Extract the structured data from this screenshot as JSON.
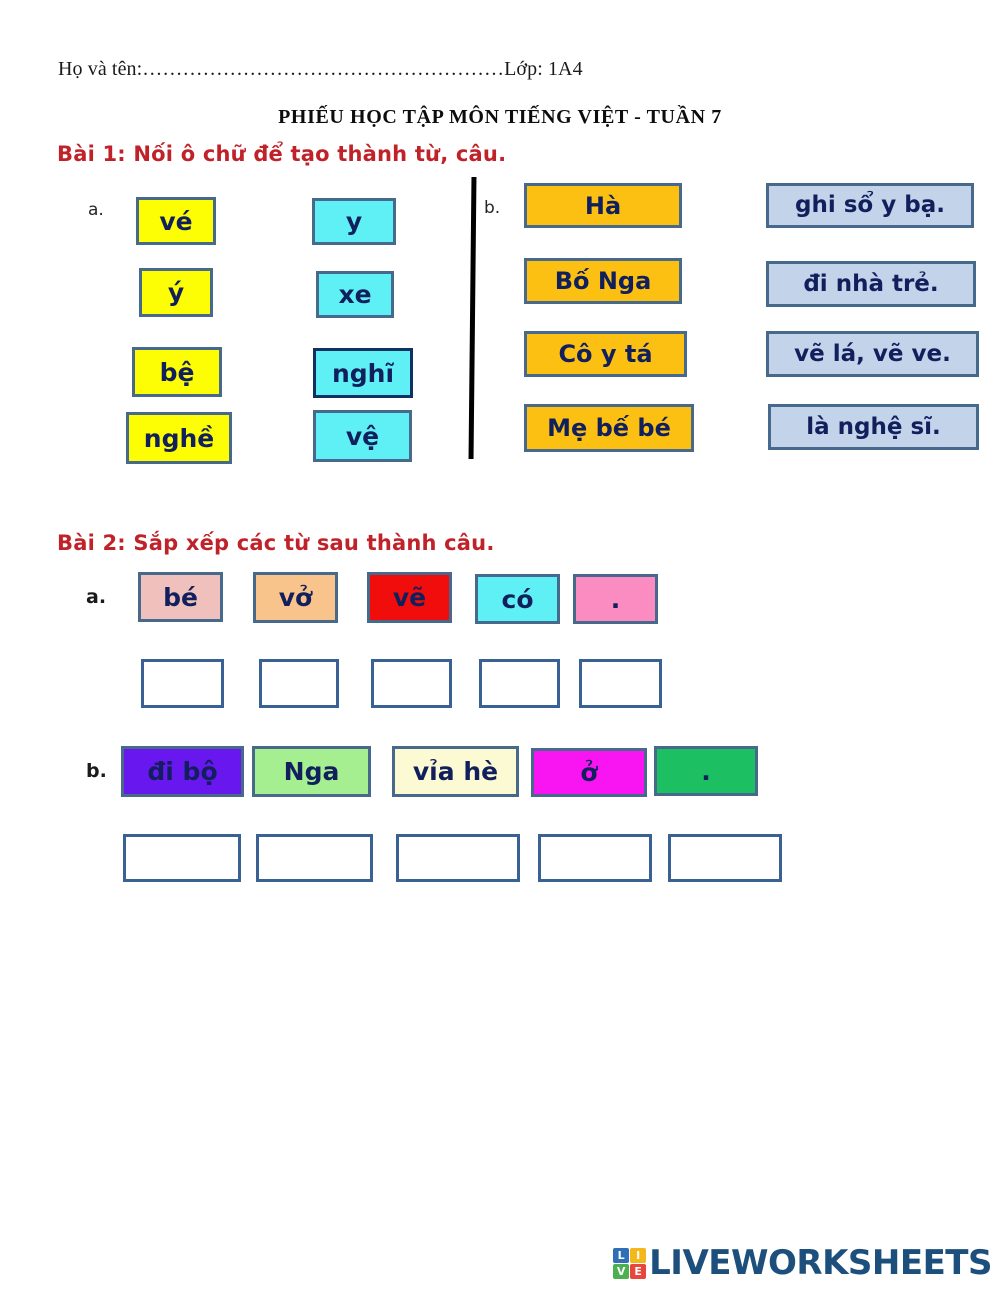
{
  "header": {
    "name_line": "Họ và tên:………………………………………………Lớp: 1A4",
    "title": "PHIẾU HỌC TẬP MÔN TIẾNG VIỆT - TUẦN 7"
  },
  "task1": {
    "heading": "Bài 1: Nối ô chữ để tạo thành từ, câu.",
    "a_label": "a.",
    "b_label": "b.",
    "a_left": [
      {
        "text": "vé"
      },
      {
        "text": "ý"
      },
      {
        "text": "bệ"
      },
      {
        "text": "nghề"
      }
    ],
    "a_right": [
      {
        "text": "y"
      },
      {
        "text": "xe"
      },
      {
        "text": "nghĩ"
      },
      {
        "text": "vệ"
      }
    ],
    "b_left": [
      {
        "text": "Hà"
      },
      {
        "text": "Bố Nga"
      },
      {
        "text": "Cô y tá"
      },
      {
        "text": "Mẹ bế bé"
      }
    ],
    "b_right": [
      {
        "text": "ghi sổ y bạ."
      },
      {
        "text": "đi nhà trẻ."
      },
      {
        "text": "vẽ lá, vẽ ve."
      },
      {
        "text": "là nghệ sĩ."
      }
    ]
  },
  "task2": {
    "heading": "Bài 2: Sắp xếp các từ sau thành câu.",
    "a_label": "a.",
    "b_label": "b.",
    "a_words": [
      {
        "text": "bé"
      },
      {
        "text": "vở"
      },
      {
        "text": "vẽ"
      },
      {
        "text": "có"
      },
      {
        "text": "."
      }
    ],
    "a_blanks": [
      "",
      "",
      "",
      "",
      ""
    ],
    "b_words": [
      {
        "text": "đi bộ"
      },
      {
        "text": "Nga"
      },
      {
        "text": "vỉa hè"
      },
      {
        "text": "ở"
      },
      {
        "text": "."
      }
    ],
    "b_blanks": [
      "",
      "",
      "",
      "",
      ""
    ]
  },
  "footer": {
    "logo_tiles": [
      "L",
      "I",
      "V",
      "E"
    ],
    "logo_text": "LIVEWORKSHEETS"
  },
  "colors": {
    "heading_red": "#c0222a",
    "tile_border": "#46698c",
    "tile_text": "#11205c",
    "yellow": "#fdfd04",
    "cyan": "#5ef0f5",
    "orange": "#fcc013",
    "bluegrey": "#c3d3ea",
    "rose": "#efc0bc",
    "peach": "#f9c38c",
    "red": "#f20d0d",
    "pink": "#fa8cc2",
    "violet": "#6817ef",
    "light_green": "#a5ef91",
    "cream": "#fcfad2",
    "magenta": "#f915f2",
    "green": "#1cbf62",
    "blank_border": "#3a6194",
    "logo_blue": "#1c4f7c"
  }
}
